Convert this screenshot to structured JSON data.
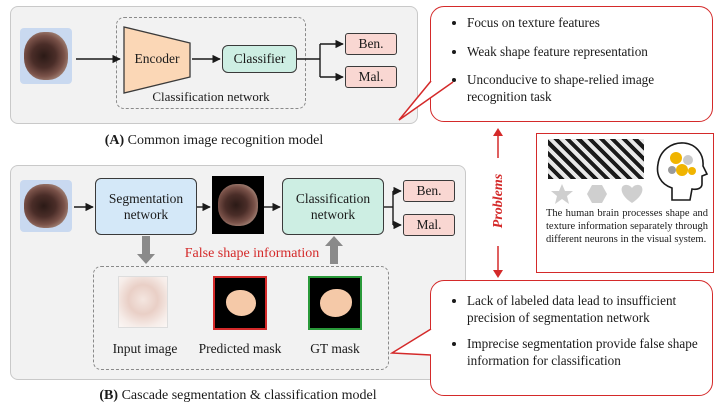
{
  "top": {
    "encoder": "Encoder",
    "classifier": "Classifier",
    "ben": "Ben.",
    "mal": "Mal.",
    "network_label": "Classification network",
    "caption_letter": "(A)",
    "caption_text": " Common image recognition model"
  },
  "bottom": {
    "segmentation": "Segmentation network",
    "classification": "Classification network",
    "ben": "Ben.",
    "mal": "Mal.",
    "false_shape": "False shape information",
    "input_label": "Input image",
    "pred_label": "Predicted mask",
    "gt_label": "GT mask",
    "caption_letter": "(B)",
    "caption_text": " Cascade segmentation & classification model"
  },
  "problems_label": "Problems",
  "callout_top": [
    "Focus on texture features",
    "Weak shape feature representation",
    "Unconducive to shape-relied image recognition task"
  ],
  "callout_bottom": [
    "Lack of labeled data lead to insufficient precision of segmentation network",
    "Imprecise segmentation provide false shape information for classification"
  ],
  "brain_text": "The human brain processes shape and texture information separately through different neurons in the visual system.",
  "colors": {
    "accent_red": "#d42a2a",
    "segmentation_blue": "#d4e8f8",
    "classifier_green": "#cdeee3",
    "output_pink": "#f9d7d2"
  }
}
